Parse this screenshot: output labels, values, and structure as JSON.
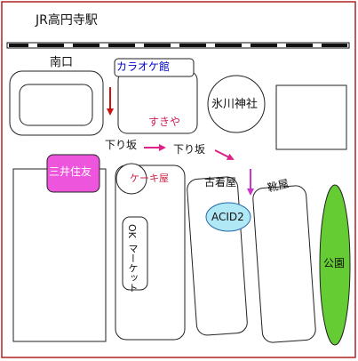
{
  "station": {
    "name": "JR高円寺駅",
    "exit": "南口"
  },
  "shops": {
    "karaoke": "カラオケ館",
    "sukiya": "すきや",
    "cake": "ケーキ屋",
    "secondhand": "古着屋",
    "shoes": "靴屋",
    "acid": "ACID2",
    "ok_market_1": "OK",
    "ok_market_2": "マーケット"
  },
  "landmarks": {
    "shrine": "氷川神社",
    "bank": "三井住友",
    "park": "公園"
  },
  "route": {
    "slope_1": "下り坂",
    "slope_2": "下り坂"
  },
  "colors": {
    "frame": "#b22222",
    "arrow_red": "#cc1111",
    "arrow_magenta": "#dd2288",
    "arrow_violet": "#cc33cc",
    "karaoke_text": "#0000cc",
    "sukiya_text": "#cc2255",
    "cake_text": "#cc2244",
    "bank_fill": "#ee55dd",
    "acid_fill": "#b0e8f5",
    "acid_stroke": "#2266aa",
    "park_fill": "#66cc33",
    "rail": "#111111"
  }
}
